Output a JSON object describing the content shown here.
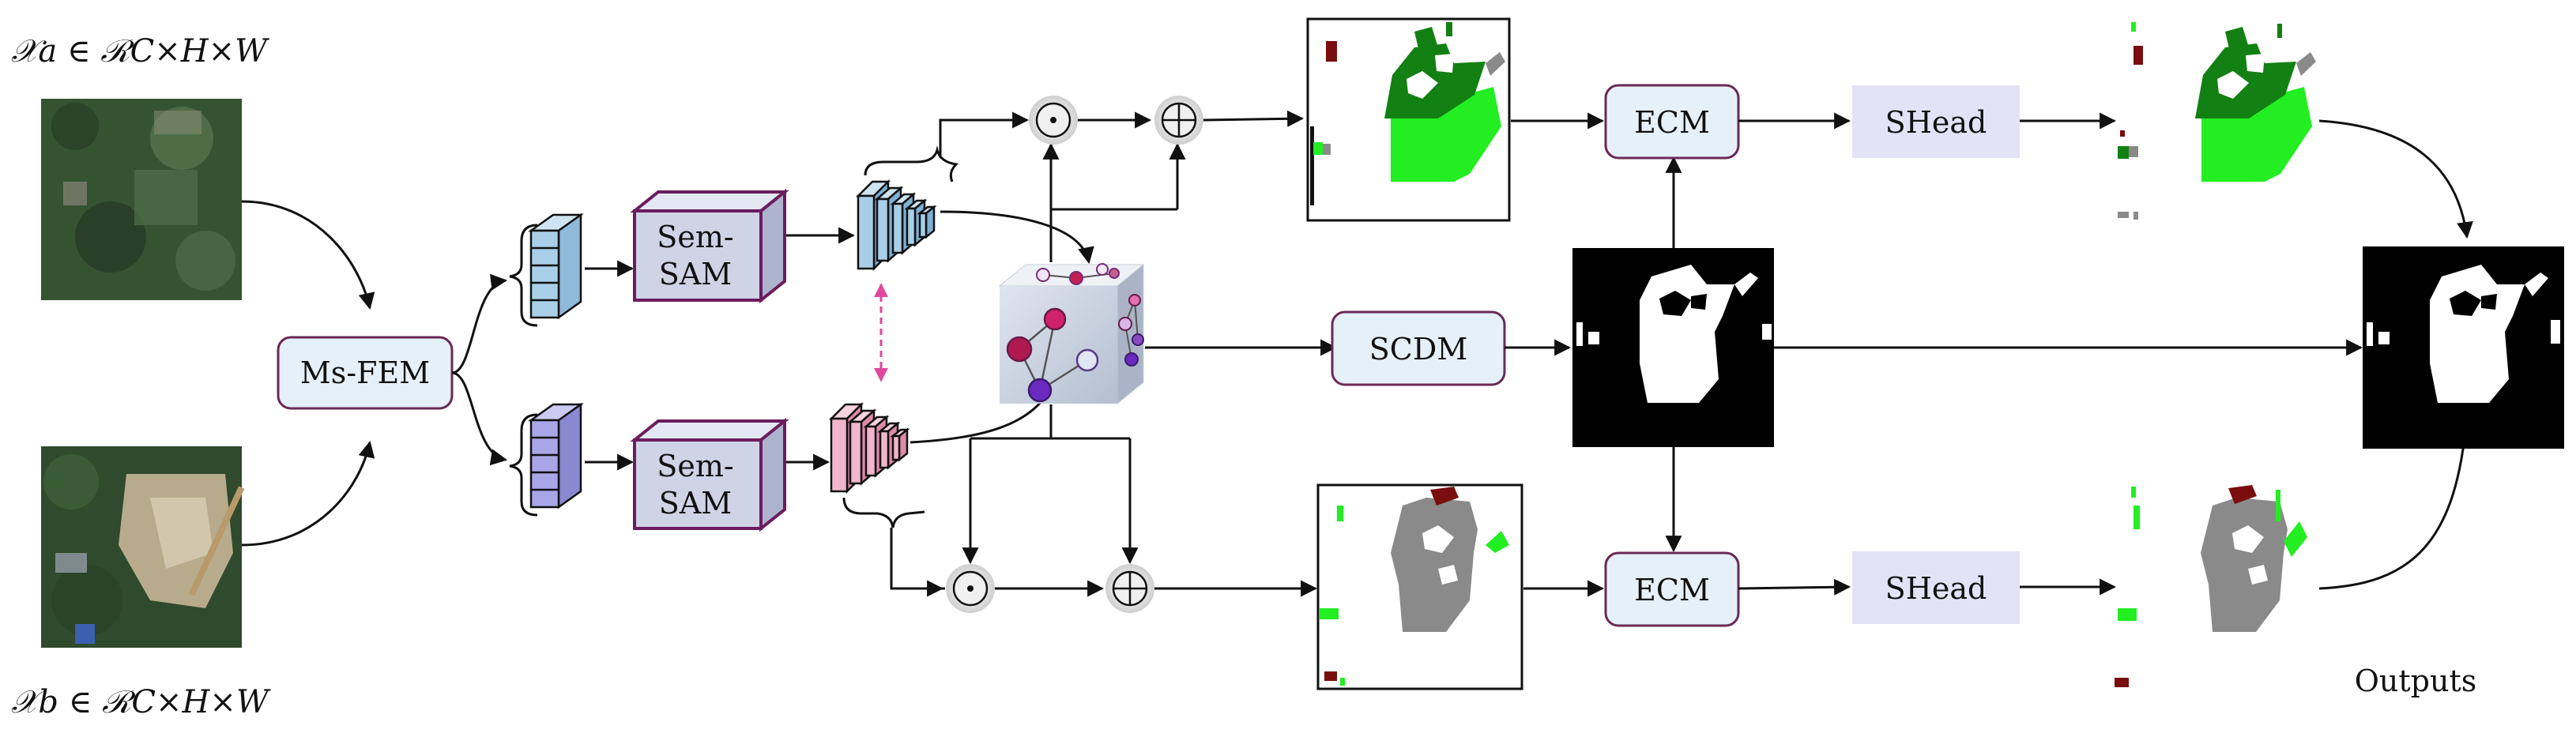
{
  "inputs": {
    "a_label": "𝒳a ∈ ℛC×H×W",
    "b_label": "𝒳b ∈ ℛC×H×W"
  },
  "modules": {
    "msfem": "Ms-FEM",
    "semsam_line1": "Sem-",
    "semsam_line2": "SAM",
    "scdm": "SCDM",
    "ecm": "ECM",
    "shead": "SHead"
  },
  "outputs_label": "Outputs",
  "colors": {
    "module_fill": "#e6f0f8",
    "module_border": "#6b2a55",
    "shead_fill": "#e4e2f6",
    "semsam_front": "#cfd3e6",
    "semsam_border": "#6b1d5e",
    "feat_blue": "#a9cfe8",
    "feat_purple": "#a8a6e6",
    "feat_pink": "#f1b6cb",
    "dashed_arrow": "#e0479e",
    "bright_green": "#22ee22",
    "dark_green": "#138013",
    "gray": "#8a8a8a",
    "dark_red": "#7a0e0e"
  }
}
